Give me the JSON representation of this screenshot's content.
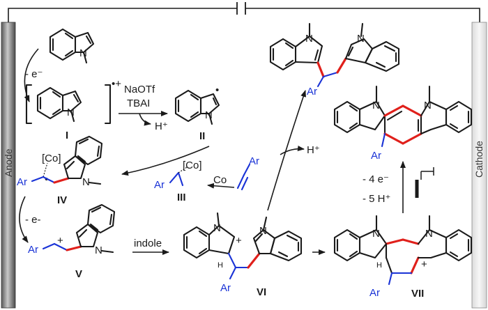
{
  "electrodes": {
    "anode": "Anode",
    "cathode": "Cathode"
  },
  "atoms": {
    "N": "N",
    "Ar": "Ar",
    "Co_bracket": "[Co]",
    "Co": "Co"
  },
  "labels": {
    "I": "I",
    "II": "II",
    "III": "III",
    "IV": "IV",
    "V": "V",
    "VI": "VI",
    "VII": "VII"
  },
  "reagents": {
    "minus_e1": "- e⁻",
    "minus_e2": "- e-",
    "salt1": "NaOTf",
    "salt2": "TBAI",
    "h_plus": "H⁺",
    "h_plus_right": "H⁺",
    "indole": "indole",
    "minus_4e": "- 4 e⁻",
    "minus_5h": "- 5 H⁺"
  },
  "charges": {
    "radical_cation": "•+",
    "plus": "+",
    "radical": "•"
  },
  "colors": {
    "bond": "#1a1a1a",
    "highlight": "#e0201b",
    "substituent": "#1a33d6"
  }
}
